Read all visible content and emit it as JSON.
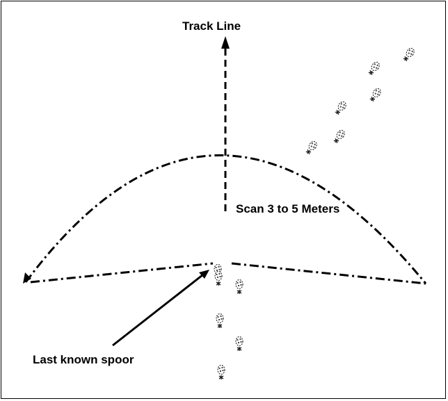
{
  "labels": {
    "track_line": "Track Line",
    "scan_range": "Scan 3 to 5 Meters",
    "last_spoor": "Last known spoor"
  },
  "colors": {
    "ink": "#000000",
    "background": "#ffffff",
    "print_shade": "#555555"
  },
  "icons": {
    "footprint": "boot-print-icon"
  }
}
